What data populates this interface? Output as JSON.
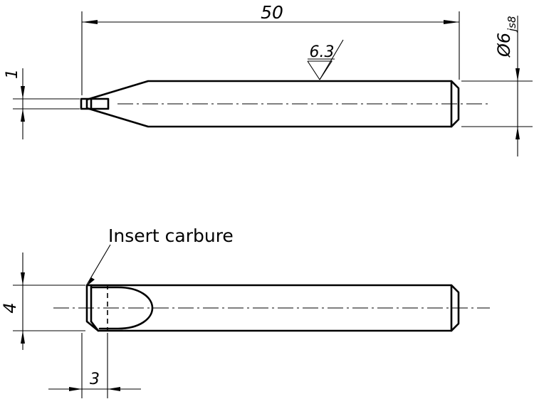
{
  "dimensions": {
    "length": "50",
    "diameter_symbol": "Ø6",
    "tolerance": "js8",
    "tip_width": "1",
    "insert_height": "4",
    "insert_length": "3"
  },
  "surface_finish": {
    "roughness": "6.3"
  },
  "annotations": {
    "insert_label": "Insert carbure"
  }
}
